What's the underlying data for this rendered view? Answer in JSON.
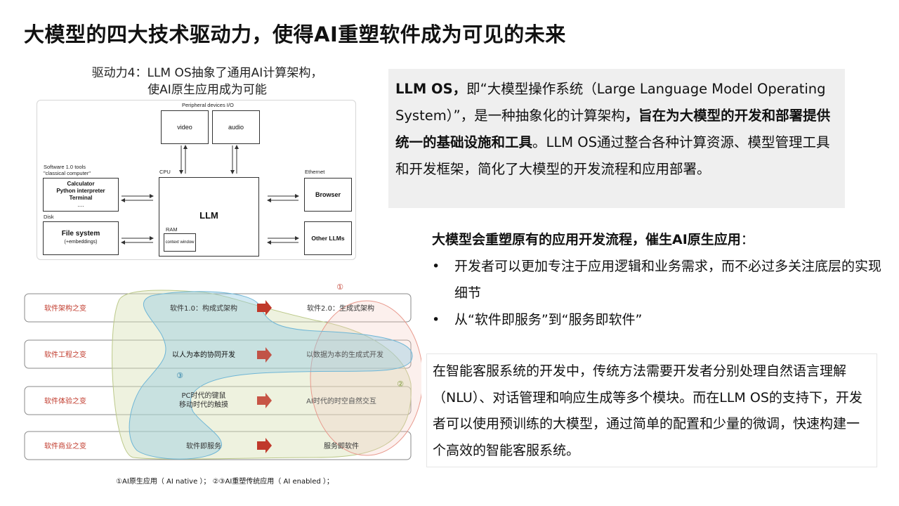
{
  "title": "大模型的四大技术驱动力，使得AI重塑软件成为可见的未来",
  "diagram": {
    "caption_line1": "驱动力4：LLM OS抽象了通用AI计算架构，",
    "caption_line2": "使AI原生应用成为可能",
    "peripheral_label": "Peripheral devices I/O",
    "video": "video",
    "audio": "audio",
    "cpu_label": "CPU",
    "llm": "LLM",
    "ram_label": "RAM",
    "context_window": "context window",
    "software_tools_line1": "Software 1.0 tools",
    "software_tools_line2": "\"classical computer\"",
    "calculator": "Calculator",
    "python": "Python interpreter",
    "terminal": "Terminal",
    "ellipsis": "....",
    "disk_label": "Disk",
    "file_system": "File system",
    "embeddings": "(+embeddings)",
    "ethernet_label": "Ethernet",
    "browser": "Browser",
    "other_llms": "Other LLMs"
  },
  "llm_os_box": {
    "lead_bold": "LLM OS，",
    "part1": "即“大模型操作系统（Large Language Model Operating System）”，是一种抽象化的计算架构",
    "bold2": "，旨在为大模型的开发和部署提供统一的基础设施和工具",
    "part3": "。LLM OS通过整合各种计算资源、模型管理工具和开发框架，简化了大模型的开发流程和应用部署。"
  },
  "native_section": {
    "heading_bold": "大模型会重塑原有的应用开发流程，催生AI原生应用",
    "heading_colon": "：",
    "bullets": [
      "开发者可以更加专注于应用逻辑和业务需求，而不必过多关注底层的实现细节",
      "从“软件即服务”到“服务即软件”"
    ]
  },
  "example_box": {
    "text": "在智能客服系统的开发中，传统方法需要开发者分别处理自然语言理解（NLU）、对话管理和响应生成等多个模块。而在LLM OS的支持下，开发者可以使用预训练的大模型，通过简单的配置和少量的微调，快速构建一个高效的智能客服系统。"
  },
  "shift_chart": {
    "rows": [
      {
        "label": "软件架构之变",
        "from": "软件1.0：构成式架构",
        "to": "软件2.0：生成式架构"
      },
      {
        "label": "软件工程之变",
        "from": "以人为本的协同开发",
        "to": "以数据为本的生成式开发"
      },
      {
        "label": "软件体验之变",
        "from_line1": "PC时代的键鼠",
        "from_line2": "移动时代的触摸",
        "to": "AI时代的时空自然交互"
      },
      {
        "label": "软件商业之变",
        "from": "软件即服务",
        "to": "服务即软件"
      }
    ],
    "marker1": "①",
    "marker2": "②",
    "marker3": "③",
    "footnote": "①AI原生应用（ AI native ）；   ②③AI重塑传统应用（ AI enabled ）；",
    "colors": {
      "row_label": "#c0392b",
      "arrow": "#c0392b",
      "circle1": "#e89a8e",
      "blob2": "#d9e3b8",
      "blob3": "#8ec8e0"
    }
  }
}
